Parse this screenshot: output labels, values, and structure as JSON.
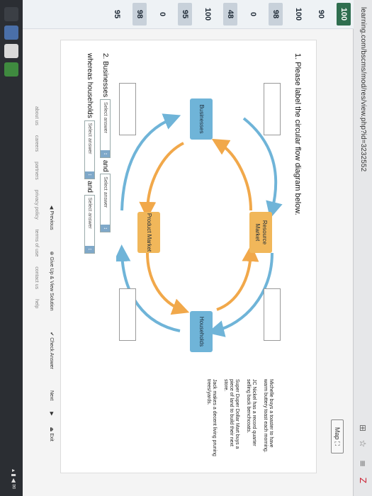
{
  "browser": {
    "url": "learning.com/bscms/mod/res/view.php?id=3232552"
  },
  "scores": [
    "100",
    "90",
    "100",
    "98",
    "0",
    "48",
    "100",
    "95",
    "0",
    "98",
    "95"
  ],
  "content": {
    "map_label": "Map",
    "question1": "1. Please label the circular flow diagram below.",
    "boxes": {
      "resource": "Resource Market",
      "product": "Product Market",
      "businesses": "Businesses",
      "households": "Households"
    },
    "word_bank": [
      "Michelle buys a toaster to have warm buttery toast each morning.",
      "JC Nickel has a record quarter selling back benchcoats.",
      "Super Duper Dollar Mart buys a piece of land to build their next store.",
      "Jack makes a decent living pruning trees/yards."
    ],
    "question2_a": "2. Businesses",
    "question2_and": "and",
    "question2_b": "whereas households",
    "select_placeholder": "Select answer",
    "select_arrow": "↕"
  },
  "nav": {
    "previous": "Previous",
    "give_up": "Give Up & View Solution",
    "check": "Check Answer",
    "next": "Next",
    "exit": "Exit"
  },
  "footer_links": [
    "about us",
    "careers",
    "partners",
    "privacy policy",
    "terms of use",
    "contact us",
    "help"
  ]
}
